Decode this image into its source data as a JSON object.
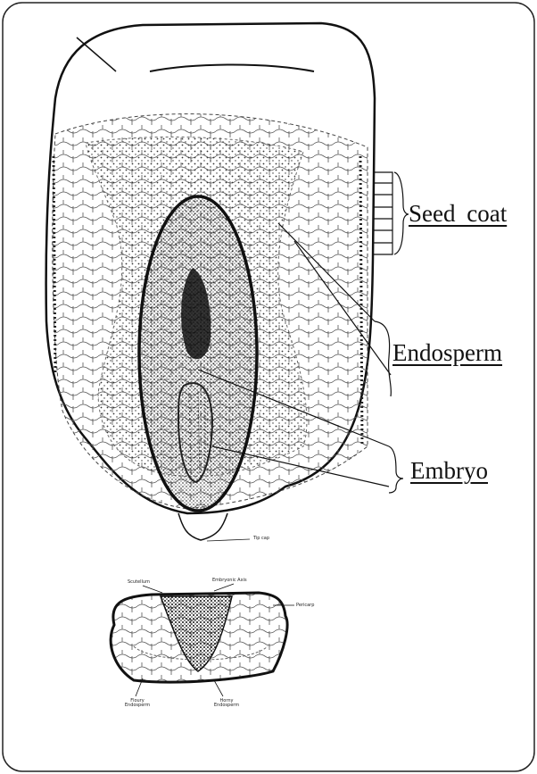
{
  "labels": {
    "seed_coat": "Seed coat",
    "endosperm": "Endosperm",
    "embryo": "Embryo"
  },
  "small_labels": {
    "tip_cap": "Tip cap",
    "scutellum": "Scutellum",
    "embryonic_axis": "Embryonic Axis",
    "pericarp": "Pericarp",
    "floury_endosperm": "Floury Endosperm",
    "horny_endosperm": "Horny Endosperm"
  }
}
